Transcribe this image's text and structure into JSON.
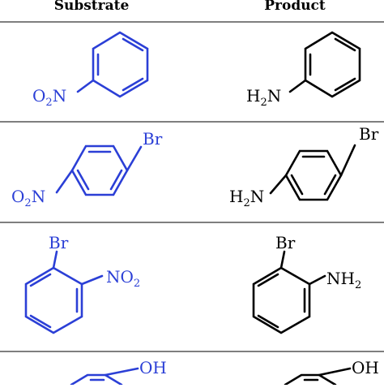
{
  "table": {
    "header": {
      "substrate": "Substrate",
      "product": "Product"
    },
    "rows": [
      {
        "substrate": {
          "group1_main": "O",
          "group1_sub": "2",
          "group1_tail": "N"
        },
        "product": {
          "group1_main": "H",
          "group1_sub": "2",
          "group1_tail": "N"
        }
      },
      {
        "substrate": {
          "group1_main": "O",
          "group1_sub": "2",
          "group1_tail": "N",
          "group2": "Br"
        },
        "product": {
          "group1_main": "H",
          "group1_sub": "2",
          "group1_tail": "N",
          "group2": "Br"
        }
      },
      {
        "substrate": {
          "group1": "Br",
          "group2_main": "NO",
          "group2_sub": "2"
        },
        "product": {
          "group1": "Br",
          "group2_main": "NH",
          "group2_sub": "2"
        }
      },
      {
        "substrate": {
          "group1": "OH"
        },
        "product": {
          "group1": "OH"
        }
      }
    ]
  },
  "colors": {
    "substrate": "#2b3fd6",
    "product": "#000000",
    "rules": "#333333"
  }
}
